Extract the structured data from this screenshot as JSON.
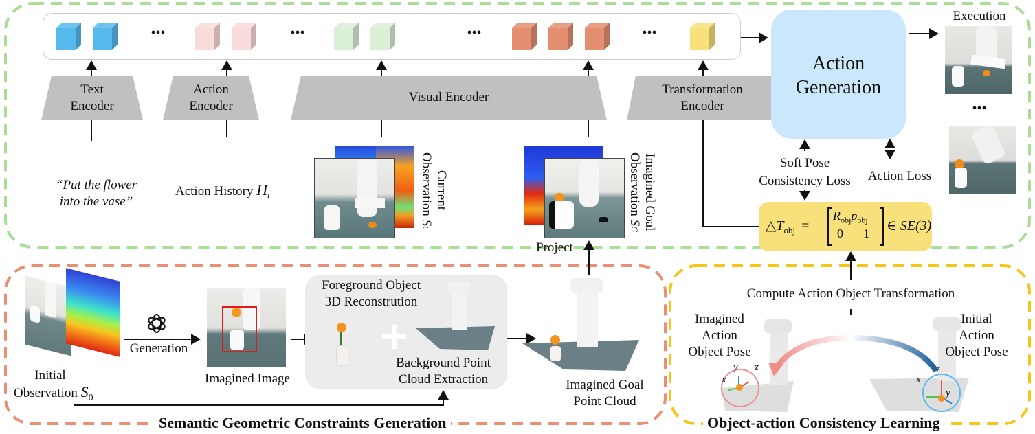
{
  "colors": {
    "green_dash": "#a9dd98",
    "orange_dash": "#e98f73",
    "yellow_dash": "#f5c518",
    "token_blue": "#56b9ee",
    "token_pink": "#f9dcda",
    "token_green": "#dcefd7",
    "token_orange": "#e48f70",
    "token_yellow": "#f8e07b",
    "encoder_gray": "#c0c0c0",
    "action_gen_blue": "#cbe7fb",
    "formula_yellow": "#f8e07b"
  },
  "token_bar": {
    "ellipsis": "•••",
    "groups": [
      {
        "name": "text-tokens",
        "count": 2,
        "color_key": "token_blue"
      },
      {
        "name": "action-tokens",
        "count": 2,
        "color_key": "token_pink"
      },
      {
        "name": "visual-current-tokens",
        "count": 2,
        "color_key": "token_green"
      },
      {
        "name": "visual-goal-tokens",
        "count": 3,
        "color_key": "token_orange"
      },
      {
        "name": "transformation-tokens",
        "count": 1,
        "color_key": "token_yellow"
      }
    ]
  },
  "encoders": {
    "text": {
      "line1": "Text",
      "line2": "Encoder"
    },
    "action": {
      "line1": "Action",
      "line2": "Encoder"
    },
    "visual": {
      "label": "Visual Encoder"
    },
    "transformation": {
      "line1": "Transformation",
      "line2": "Encoder"
    }
  },
  "inputs": {
    "instruction_line1": "“Put the flower",
    "instruction_line2": "into the vase”",
    "action_history": "Action History ",
    "action_history_symbol": "H",
    "action_history_sub": "t",
    "current_obs_line1": "Current",
    "current_obs_line2": "Observation ",
    "current_obs_symbol": "S",
    "current_obs_sub": "t",
    "goal_obs_line1": "Imagined Goal",
    "goal_obs_line2": "Observation ",
    "goal_obs_symbol": "S",
    "goal_obs_sub": "G",
    "project": "Project"
  },
  "action_generation": {
    "line1": "Action",
    "line2": "Generation",
    "execution": "Execution",
    "ellipsis": "•••",
    "soft_pose_line1": "Soft Pose",
    "soft_pose_line2": "Consistency Loss",
    "action_loss": "Action Loss"
  },
  "formula": {
    "lhs": "△T",
    "lhs_sub": "obj",
    "eq": "=",
    "r": "R",
    "r_sub": "obj",
    "p": "p",
    "p_sub": "obj",
    "zero": "0",
    "one": "1",
    "rhs": "∈ SE(3)"
  },
  "sgcg": {
    "title": "Semantic Geometric Constraints Generation",
    "initial_obs_line1": "Initial",
    "initial_obs_line2": "Observation ",
    "initial_obs_symbol": "S",
    "initial_obs_sub": "0",
    "generation": "Generation",
    "imagined_image": "Imagined Image",
    "foreground_line1": "Foreground Object",
    "foreground_line2": "3D Reconstrution",
    "plus": "+",
    "background_line1": "Background Point",
    "background_line2": "Cloud Extraction",
    "goal_pc_line1": "Imagined Goal",
    "goal_pc_line2": "Point Cloud"
  },
  "ocl": {
    "title": "Object-action Consistency Learning",
    "compute": "Compute Action Object Transformation",
    "imagined_line1": "Imagined",
    "imagined_line2": "Action",
    "imagined_line3": "Object Pose",
    "initial_line1": "Initial",
    "initial_line2": "Action",
    "initial_line3": "Object Pose",
    "axis_x": "x",
    "axis_y": "y",
    "axis_z": "z"
  }
}
